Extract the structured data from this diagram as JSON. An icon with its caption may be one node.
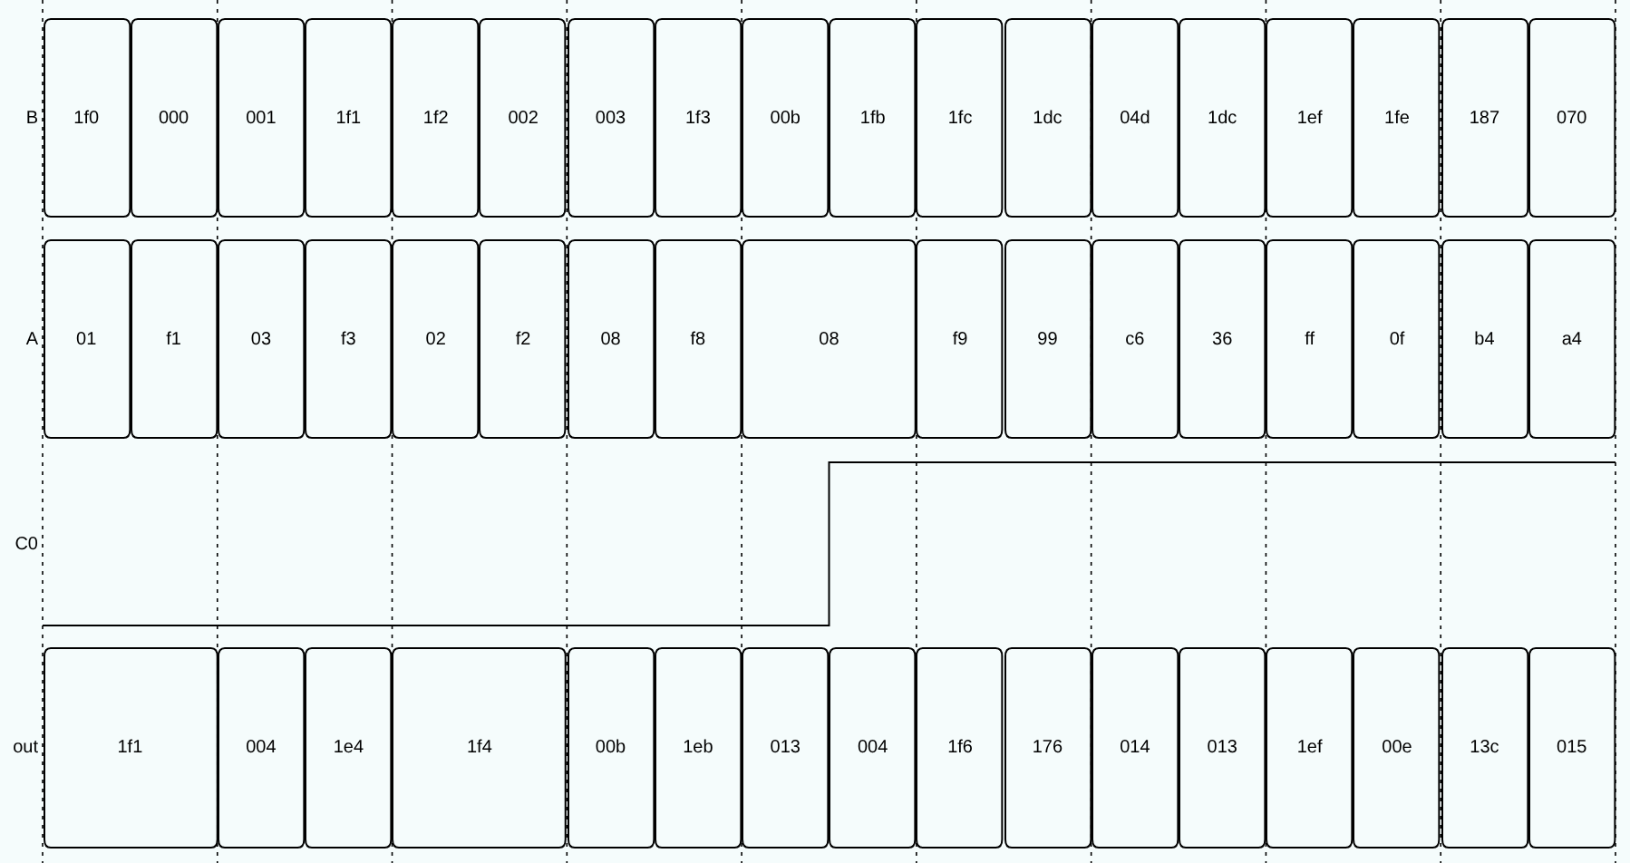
{
  "diagram": {
    "nodes": [
      {
        "text": [
          "1f0"
        ]
      },
      {
        "text": [
          "000"
        ]
      },
      {
        "text": [
          "001"
        ]
      },
      {
        "text": [
          "1f1"
        ]
      },
      {
        "text": [
          "1f2"
        ]
      },
      {
        "text": [
          "002"
        ]
      },
      {
        "text": [
          "003"
        ]
      },
      {
        "text": [
          "1f3"
        ]
      },
      {
        "text": [
          "00b"
        ]
      },
      {
        "text": [
          "1fb"
        ]
      },
      {
        "text": [
          "1fc"
        ]
      },
      {
        "text": [
          "1dc"
        ]
      },
      {
        "text": [
          "04d"
        ]
      },
      {
        "text": [
          "1dc"
        ]
      },
      {
        "text": [
          "1ef"
        ]
      },
      {
        "text": [
          "1fe"
        ]
      },
      {
        "text": [
          "187"
        ]
      },
      {
        "text": [
          "070"
        ]
      },
      {
        "text": [
          "01"
        ]
      },
      {
        "text": [
          "f1"
        ]
      },
      {
        "text": [
          "03"
        ]
      },
      {
        "text": [
          "f3"
        ]
      },
      {
        "text": [
          "02"
        ]
      },
      {
        "text": [
          "f2"
        ]
      },
      {
        "text": [
          "08"
        ]
      },
      {
        "text": [
          "f8"
        ]
      },
      {
        "text": [
          "08"
        ]
      },
      {
        "text": [
          "f9"
        ]
      },
      {
        "text": [
          "99"
        ]
      },
      {
        "text": [
          "c6"
        ]
      },
      {
        "text": [
          "36"
        ]
      },
      {
        "text": [
          "ff"
        ]
      },
      {
        "text": [
          "0f"
        ]
      },
      {
        "text": [
          "b4"
        ]
      },
      {
        "text": [
          "a4"
        ]
      },
      {
        "text": [
          "1f1"
        ]
      },
      {
        "text": [
          "004"
        ]
      },
      {
        "text": [
          "1e4"
        ]
      },
      {
        "text": [
          "1f4"
        ]
      },
      {
        "text": [
          "00b"
        ]
      },
      {
        "text": [
          "1eb"
        ]
      },
      {
        "text": [
          "013"
        ]
      },
      {
        "text": [
          "004"
        ]
      },
      {
        "text": [
          "1f6"
        ]
      },
      {
        "text": [
          "176"
        ]
      },
      {
        "text": [
          "014"
        ]
      },
      {
        "text": [
          "013"
        ]
      },
      {
        "text": [
          "1ef"
        ]
      },
      {
        "text": [
          "00e"
        ]
      },
      {
        "text": [
          "13c"
        ]
      },
      {
        "text": [
          "015"
        ]
      }
    ],
    "labels": [
      "B",
      "A",
      "C0",
      "out"
    ]
  }
}
